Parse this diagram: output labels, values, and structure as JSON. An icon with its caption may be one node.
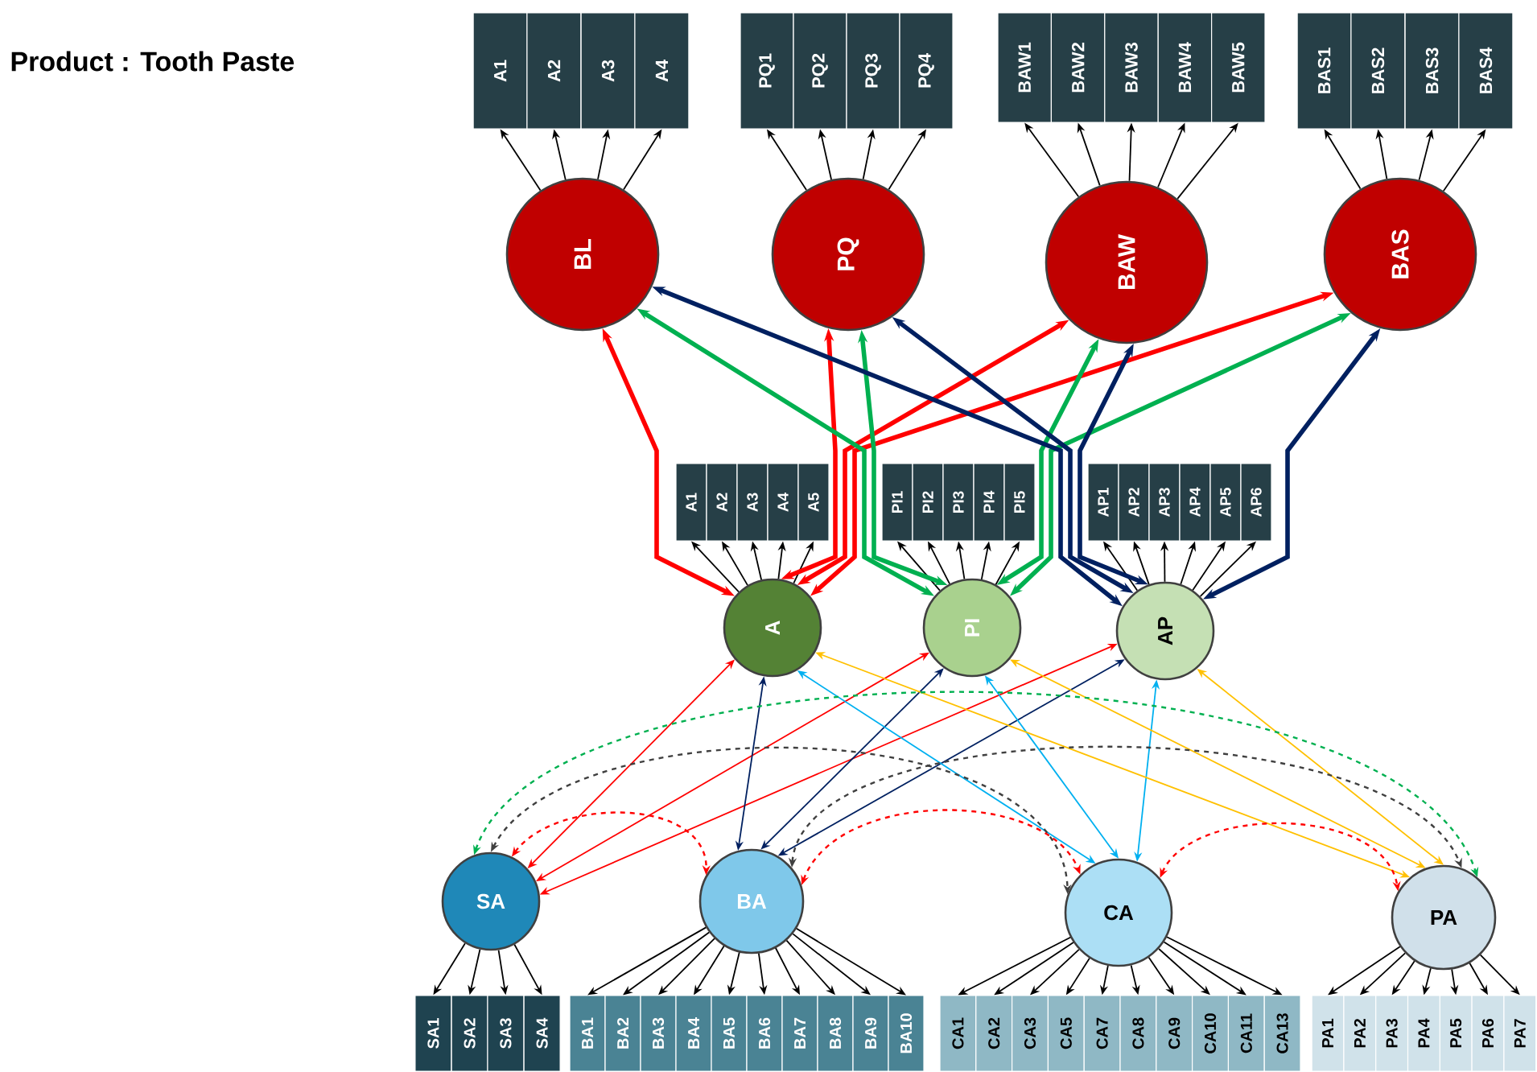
{
  "diagram": {
    "title": "Product : Tooth Paste",
    "nodes": [
      {
        "text": [
          "A1"
        ]
      },
      {
        "text": [
          "A2"
        ]
      },
      {
        "text": [
          "A3"
        ]
      },
      {
        "text": [
          "A4"
        ]
      },
      {
        "text": [
          "PQ1"
        ]
      },
      {
        "text": [
          "PQ2"
        ]
      },
      {
        "text": [
          "PQ3"
        ]
      },
      {
        "text": [
          "PQ4"
        ]
      },
      {
        "text": [
          "BAW1"
        ]
      },
      {
        "text": [
          "BAW2"
        ]
      },
      {
        "text": [
          "BAW3"
        ]
      },
      {
        "text": [
          "BAW4"
        ]
      },
      {
        "text": [
          "BAW5"
        ]
      },
      {
        "text": [
          "BAS1"
        ]
      },
      {
        "text": [
          "BAS2"
        ]
      },
      {
        "text": [
          "BAS3"
        ]
      },
      {
        "text": [
          "BAS4"
        ]
      },
      {
        "text": [
          "BL"
        ]
      },
      {
        "text": [
          "PQ"
        ]
      },
      {
        "text": [
          "BAW"
        ]
      },
      {
        "text": [
          "BAS"
        ]
      },
      {
        "text": [
          "A1"
        ]
      },
      {
        "text": [
          "A2"
        ]
      },
      {
        "text": [
          "A3"
        ]
      },
      {
        "text": [
          "A4"
        ]
      },
      {
        "text": [
          "A5"
        ]
      },
      {
        "text": [
          "PI1"
        ]
      },
      {
        "text": [
          "PI2"
        ]
      },
      {
        "text": [
          "PI3"
        ]
      },
      {
        "text": [
          "PI4"
        ]
      },
      {
        "text": [
          "PI5"
        ]
      },
      {
        "text": [
          "AP1"
        ]
      },
      {
        "text": [
          "AP2"
        ]
      },
      {
        "text": [
          "AP3"
        ]
      },
      {
        "text": [
          "AP4"
        ]
      },
      {
        "text": [
          "AP5"
        ]
      },
      {
        "text": [
          "AP6"
        ]
      },
      {
        "text": [
          "A"
        ]
      },
      {
        "text": [
          "PI"
        ]
      },
      {
        "text": [
          "AP"
        ]
      },
      {
        "text": [
          "SA"
        ]
      },
      {
        "text": [
          "BA"
        ]
      },
      {
        "text": [
          "CA"
        ]
      },
      {
        "text": [
          "PA"
        ]
      },
      {
        "text": [
          "SA1"
        ]
      },
      {
        "text": [
          "SA2"
        ]
      },
      {
        "text": [
          "SA3"
        ]
      },
      {
        "text": [
          "SA4"
        ]
      },
      {
        "text": [
          "BA1"
        ]
      },
      {
        "text": [
          "BA2"
        ]
      },
      {
        "text": [
          "BA3"
        ]
      },
      {
        "text": [
          "BA4"
        ]
      },
      {
        "text": [
          "BA5"
        ]
      },
      {
        "text": [
          "BA6"
        ]
      },
      {
        "text": [
          "BA7"
        ]
      },
      {
        "text": [
          "BA8"
        ]
      },
      {
        "text": [
          "BA9"
        ]
      },
      {
        "text": [
          "BA10"
        ]
      },
      {
        "text": [
          "CA1"
        ]
      },
      {
        "text": [
          "CA2"
        ]
      },
      {
        "text": [
          "CA3"
        ]
      },
      {
        "text": [
          "CA5"
        ]
      },
      {
        "text": [
          "CA7"
        ]
      },
      {
        "text": [
          "CA8"
        ]
      },
      {
        "text": [
          "CA9"
        ]
      },
      {
        "text": [
          "CA10"
        ]
      },
      {
        "text": [
          "CA11"
        ]
      },
      {
        "text": [
          "CA13"
        ]
      },
      {
        "text": [
          "PA1"
        ]
      },
      {
        "text": [
          "PA2"
        ]
      },
      {
        "text": [
          "PA3"
        ]
      },
      {
        "text": [
          "PA4"
        ]
      },
      {
        "text": [
          "PA5"
        ]
      },
      {
        "text": [
          "PA6"
        ]
      },
      {
        "text": [
          "PA7"
        ]
      }
    ],
    "edges": [
      {
        "from": 17,
        "to": 0,
        "arrow": "to"
      },
      {
        "from": 17,
        "to": 1,
        "arrow": "to"
      },
      {
        "from": 17,
        "to": 2,
        "arrow": "to"
      },
      {
        "from": 17,
        "to": 3,
        "arrow": "to"
      },
      {
        "from": 18,
        "to": 4,
        "arrow": "to"
      },
      {
        "from": 18,
        "to": 5,
        "arrow": "to"
      },
      {
        "from": 18,
        "to": 6,
        "arrow": "to"
      },
      {
        "from": 18,
        "to": 7,
        "arrow": "to"
      },
      {
        "from": 19,
        "to": 8,
        "arrow": "to"
      },
      {
        "from": 19,
        "to": 9,
        "arrow": "to"
      },
      {
        "from": 19,
        "to": 10,
        "arrow": "to"
      },
      {
        "from": 19,
        "to": 11,
        "arrow": "to"
      },
      {
        "from": 19,
        "to": 12,
        "arrow": "to"
      },
      {
        "from": 20,
        "to": 13,
        "arrow": "to"
      },
      {
        "from": 20,
        "to": 14,
        "arrow": "to"
      },
      {
        "from": 20,
        "to": 15,
        "arrow": "to"
      },
      {
        "from": 20,
        "to": 16,
        "arrow": "to"
      },
      {
        "from": 37,
        "to": 21,
        "arrow": "to"
      },
      {
        "from": 37,
        "to": 22,
        "arrow": "to"
      },
      {
        "from": 37,
        "to": 23,
        "arrow": "to"
      },
      {
        "from": 37,
        "to": 24,
        "arrow": "to"
      },
      {
        "from": 37,
        "to": 25,
        "arrow": "to"
      },
      {
        "from": 38,
        "to": 26,
        "arrow": "to"
      },
      {
        "from": 38,
        "to": 27,
        "arrow": "to"
      },
      {
        "from": 38,
        "to": 28,
        "arrow": "to"
      },
      {
        "from": 38,
        "to": 29,
        "arrow": "to"
      },
      {
        "from": 38,
        "to": 30,
        "arrow": "to"
      },
      {
        "from": 39,
        "to": 31,
        "arrow": "to"
      },
      {
        "from": 39,
        "to": 32,
        "arrow": "to"
      },
      {
        "from": 39,
        "to": 33,
        "arrow": "to"
      },
      {
        "from": 39,
        "to": 34,
        "arrow": "to"
      },
      {
        "from": 39,
        "to": 35,
        "arrow": "to"
      },
      {
        "from": 39,
        "to": 36,
        "arrow": "to"
      },
      {
        "from": 40,
        "to": 44,
        "arrow": "to"
      },
      {
        "from": 40,
        "to": 45,
        "arrow": "to"
      },
      {
        "from": 40,
        "to": 46,
        "arrow": "to"
      },
      {
        "from": 40,
        "to": 47,
        "arrow": "to"
      },
      {
        "from": 41,
        "to": 48,
        "arrow": "to"
      },
      {
        "from": 41,
        "to": 49,
        "arrow": "to"
      },
      {
        "from": 41,
        "to": 50,
        "arrow": "to"
      },
      {
        "from": 41,
        "to": 51,
        "arrow": "to"
      },
      {
        "from": 41,
        "to": 52,
        "arrow": "to"
      },
      {
        "from": 41,
        "to": 53,
        "arrow": "to"
      },
      {
        "from": 41,
        "to": 54,
        "arrow": "to"
      },
      {
        "from": 41,
        "to": 55,
        "arrow": "to"
      },
      {
        "from": 41,
        "to": 56,
        "arrow": "to"
      },
      {
        "from": 41,
        "to": 57,
        "arrow": "to"
      },
      {
        "from": 42,
        "to": 58,
        "arrow": "to"
      },
      {
        "from": 42,
        "to": 59,
        "arrow": "to"
      },
      {
        "from": 42,
        "to": 60,
        "arrow": "to"
      },
      {
        "from": 42,
        "to": 61,
        "arrow": "to"
      },
      {
        "from": 42,
        "to": 62,
        "arrow": "to"
      },
      {
        "from": 42,
        "to": 63,
        "arrow": "to"
      },
      {
        "from": 42,
        "to": 64,
        "arrow": "to"
      },
      {
        "from": 42,
        "to": 65,
        "arrow": "to"
      },
      {
        "from": 42,
        "to": 66,
        "arrow": "to"
      },
      {
        "from": 42,
        "to": 67,
        "arrow": "to"
      },
      {
        "from": 43,
        "to": 68,
        "arrow": "to"
      },
      {
        "from": 43,
        "to": 69,
        "arrow": "to"
      },
      {
        "from": 43,
        "to": 70,
        "arrow": "to"
      },
      {
        "from": 43,
        "to": 71,
        "arrow": "to"
      },
      {
        "from": 43,
        "to": 72,
        "arrow": "to"
      },
      {
        "from": 43,
        "to": 73,
        "arrow": "to"
      },
      {
        "from": 43,
        "to": 74,
        "arrow": "to"
      },
      {
        "from": 37,
        "to": 17,
        "arrow": "both",
        "style": "thick",
        "color": "#ff0000"
      },
      {
        "from": 37,
        "to": 18,
        "arrow": "both",
        "style": "thick",
        "color": "#ff0000"
      },
      {
        "from": 37,
        "to": 19,
        "arrow": "both",
        "style": "thick",
        "color": "#ff0000"
      },
      {
        "from": 37,
        "to": 20,
        "arrow": "both",
        "style": "thick",
        "color": "#ff0000"
      },
      {
        "from": 38,
        "to": 17,
        "arrow": "both",
        "style": "thick",
        "color": "#00b050"
      },
      {
        "from": 38,
        "to": 18,
        "arrow": "both",
        "style": "thick",
        "color": "#00b050"
      },
      {
        "from": 38,
        "to": 19,
        "arrow": "both",
        "style": "thick",
        "color": "#00b050"
      },
      {
        "from": 38,
        "to": 20,
        "arrow": "both",
        "style": "thick",
        "color": "#00b050"
      },
      {
        "from": 39,
        "to": 17,
        "arrow": "both",
        "style": "thick",
        "color": "#002060"
      },
      {
        "from": 39,
        "to": 18,
        "arrow": "both",
        "style": "thick",
        "color": "#002060"
      },
      {
        "from": 39,
        "to": 19,
        "arrow": "both",
        "style": "thick",
        "color": "#002060"
      },
      {
        "from": 39,
        "to": 20,
        "arrow": "both",
        "style": "thick",
        "color": "#002060"
      },
      {
        "from": 37,
        "to": 40,
        "arrow": "both",
        "color": "#ff0000"
      },
      {
        "from": 38,
        "to": 40,
        "arrow": "both",
        "color": "#ff0000"
      },
      {
        "from": 39,
        "to": 40,
        "arrow": "both",
        "color": "#ff0000"
      },
      {
        "from": 37,
        "to": 41,
        "arrow": "both",
        "color": "#002060"
      },
      {
        "from": 38,
        "to": 41,
        "arrow": "both",
        "color": "#002060"
      },
      {
        "from": 39,
        "to": 41,
        "arrow": "both",
        "color": "#002060"
      },
      {
        "from": 37,
        "to": 42,
        "arrow": "both",
        "color": "#00b0f0"
      },
      {
        "from": 38,
        "to": 42,
        "arrow": "both",
        "color": "#00b0f0"
      },
      {
        "from": 39,
        "to": 42,
        "arrow": "both",
        "color": "#00b0f0"
      },
      {
        "from": 37,
        "to": 43,
        "arrow": "both",
        "color": "#ffc000"
      },
      {
        "from": 38,
        "to": 43,
        "arrow": "both",
        "color": "#ffc000"
      },
      {
        "from": 39,
        "to": 43,
        "arrow": "both",
        "color": "#ffc000"
      },
      {
        "from": 40,
        "to": 43,
        "arrow": "both",
        "style": "dashed",
        "color": "#00b050"
      },
      {
        "from": 40,
        "to": 42,
        "arrow": "both",
        "style": "dashed",
        "color": "#404040"
      },
      {
        "from": 41,
        "to": 43,
        "arrow": "both",
        "style": "dashed",
        "color": "#404040"
      },
      {
        "from": 40,
        "to": 41,
        "arrow": "both",
        "style": "dashed",
        "color": "#ff0000"
      },
      {
        "from": 41,
        "to": 42,
        "arrow": "both",
        "style": "dashed",
        "color": "#ff0000"
      },
      {
        "from": 42,
        "to": 43,
        "arrow": "both",
        "style": "dashed",
        "color": "#ff0000"
      }
    ]
  }
}
